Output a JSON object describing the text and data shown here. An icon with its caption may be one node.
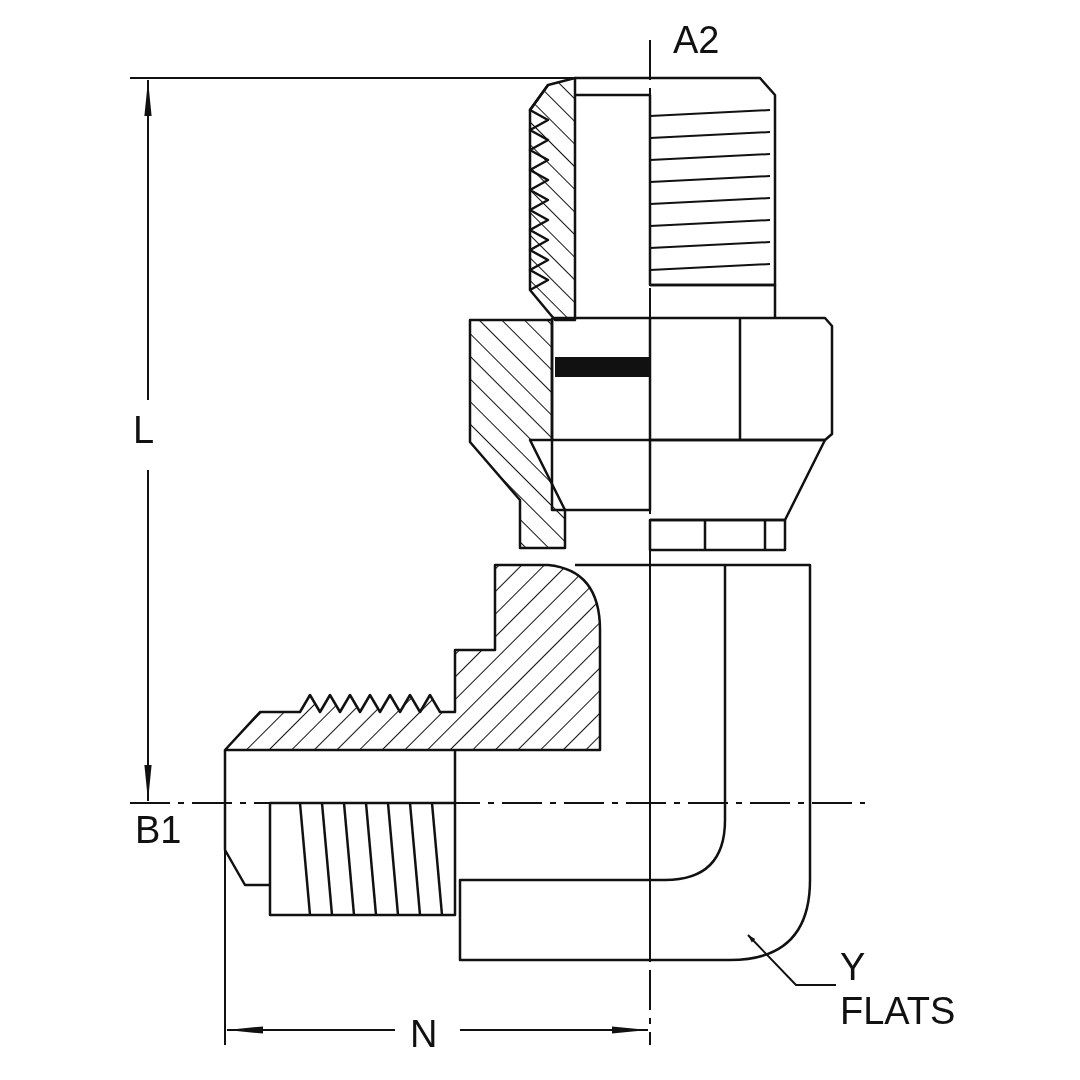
{
  "diagram": {
    "nodes": [
      {
        "text": [
          "Y FLATS"
        ]
      },
      {
        "text": [],
        "shape": "picture"
      }
    ],
    "edges": [
      {
        "from": 0,
        "to": 1,
        "arrow": "to"
      }
    ],
    "labels": [
      "A2",
      "L",
      "B1",
      "N"
    ]
  }
}
